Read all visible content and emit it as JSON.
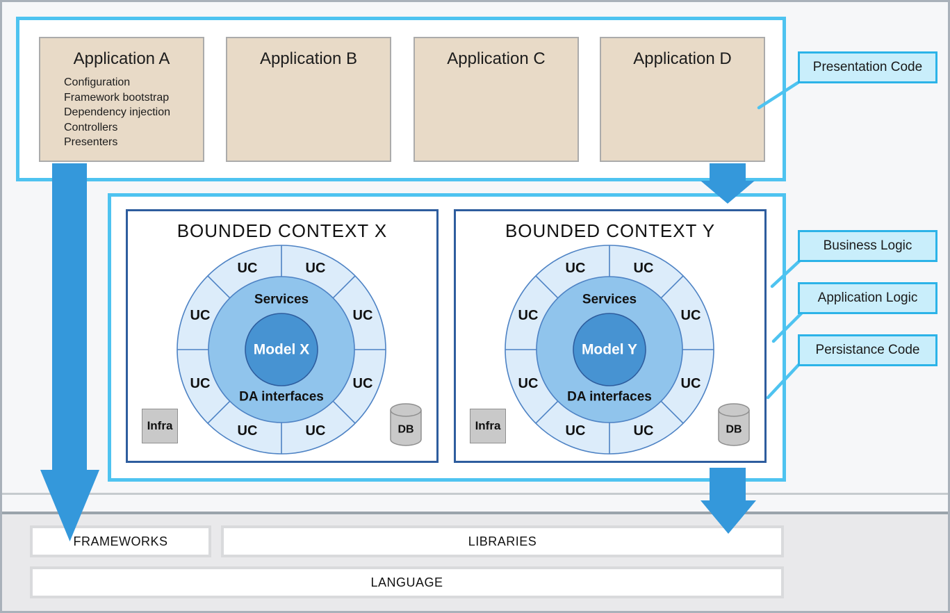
{
  "presentation": {
    "applications": [
      {
        "title": "Application A",
        "items": [
          "Configuration",
          "Framework bootstrap",
          "Dependency injection",
          "Controllers",
          "Presenters"
        ]
      },
      {
        "title": "Application B"
      },
      {
        "title": "Application C"
      },
      {
        "title": "Application D"
      }
    ]
  },
  "business": {
    "contexts": [
      {
        "title": "BOUNDED CONTEXT X",
        "model": "Model X",
        "services": "Services",
        "da": "DA interfaces",
        "uc": "UC",
        "infra": "Infra",
        "db": "DB"
      },
      {
        "title": "BOUNDED CONTEXT Y",
        "model": "Model Y",
        "services": "Services",
        "da": "DA interfaces",
        "uc": "UC",
        "infra": "Infra",
        "db": "DB"
      }
    ]
  },
  "side_labels": {
    "presentation": "Presentation Code",
    "business": "Business Logic",
    "application": "Application Logic",
    "persistence": "Persistance Code"
  },
  "foundation": {
    "frameworks": "FRAMEWORKS",
    "libraries": "LIBRARIES",
    "language": "LANGUAGE"
  },
  "colors": {
    "accent_cyan": "#4ec3f0",
    "label_fill": "#c9eefb",
    "label_border": "#2cb3e8",
    "arrow_blue": "#3498db",
    "app_fill": "#e8dac7",
    "context_border": "#2e5d9e",
    "ring_outer": "#dcecfa",
    "ring_middle": "#90c4ec",
    "core_fill": "#4793d2"
  }
}
